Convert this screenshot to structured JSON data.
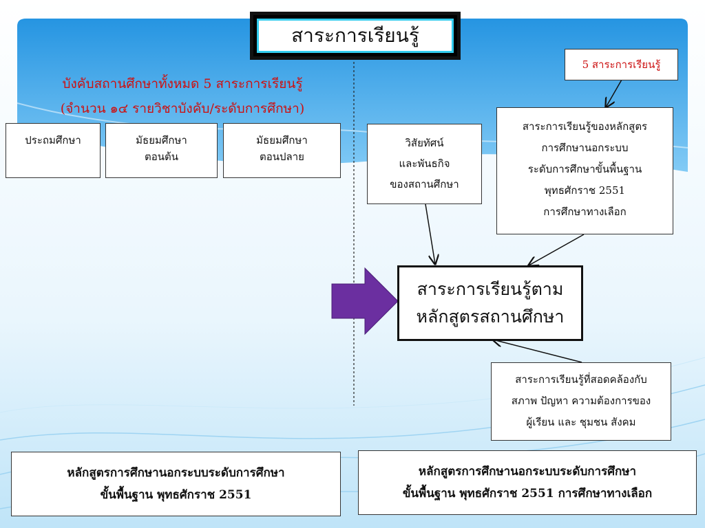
{
  "title": "สาระการเรียนรู้",
  "heading": {
    "line1": "บังคับสถานศึกษาทั้งหมด 5 สาระการเรียนรู้",
    "line2": "(จำนวน ๑๔ รายวิชาบังคับ/ระดับการศึกษา)"
  },
  "levels": [
    {
      "lines": [
        "ประถมศึกษา"
      ]
    },
    {
      "lines": [
        "มัธยมศึกษา",
        "ตอนต้น"
      ]
    },
    {
      "lines": [
        "มัธยมศึกษา",
        "ตอนปลาย"
      ]
    }
  ],
  "vision_box": {
    "lines": [
      "วิสัยทัศน์",
      "และพันธกิจ",
      "ของสถานศึกษา"
    ]
  },
  "five_subjects_label": "5 สาระการเรียนรู้",
  "curriculum_box": {
    "lines": [
      "สาระการเรียนรู้ของหลักสูตร",
      "การศึกษานอกระบบ",
      "ระดับการศึกษาขั้นพื้นฐาน",
      "พุทธศักราช 2551",
      "การศึกษาทางเลือก"
    ]
  },
  "center_box": {
    "lines": [
      "สาระการเรียนรู้ตาม",
      "หลักสูตรสถานศึกษา"
    ]
  },
  "context_box": {
    "lines": [
      "สาระการเรียนรู้ที่สอดคล้องกับ",
      "สภาพ ปัญหา ความต้องการของ",
      "ผู้เรียน และ ชุมชน สังคม"
    ]
  },
  "bottom_left": {
    "lines": [
      "หลักสูตรการศึกษานอกระบบระดับการศึกษา",
      "ขั้นพื้นฐาน พุทธศักราช 2551"
    ]
  },
  "bottom_right": {
    "lines": [
      "หลักสูตรการศึกษานอกระบบระดับการศึกษา",
      "ขั้นพื้นฐาน พุทธศักราช 2551 การศึกษาทางเลือก"
    ]
  },
  "colors": {
    "banner_blue": "#2a9ae6",
    "heading_red": "#cc1111",
    "arrow_purple": "#6b2fa0",
    "title_border_cyan": "#33ccee"
  }
}
